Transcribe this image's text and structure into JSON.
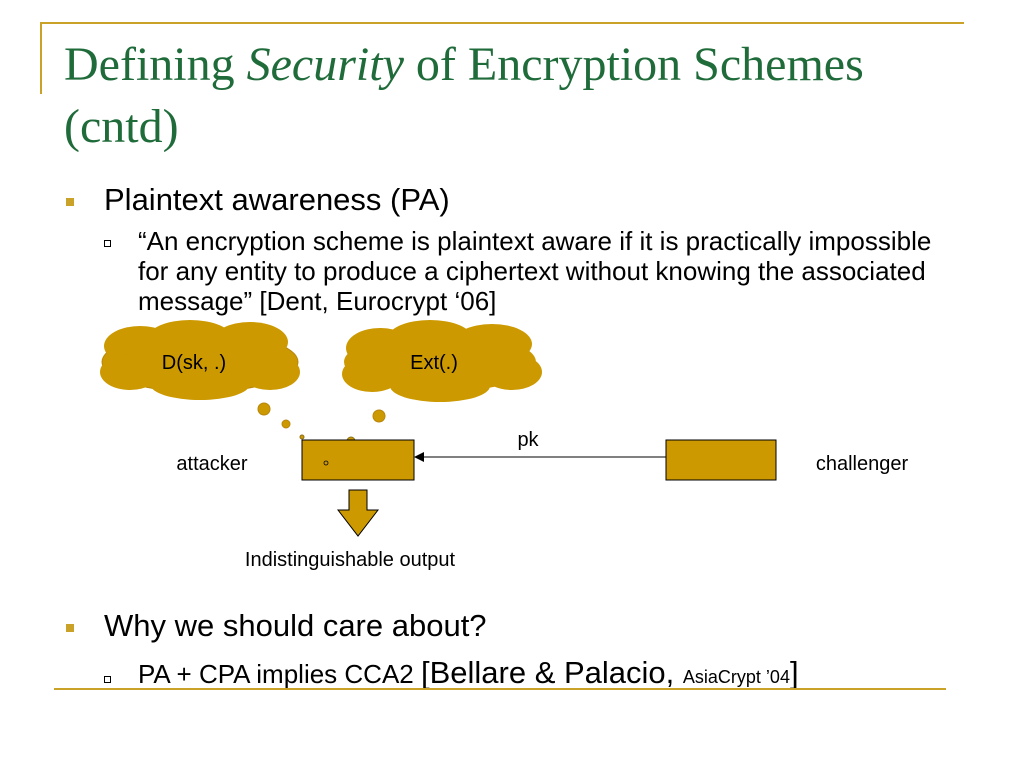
{
  "slide": {
    "title": {
      "part1": "Defining ",
      "emph": "Security",
      "part2": " of Encryption Schemes (cntd)"
    },
    "bullets": [
      {
        "text": "Plaintext awareness (PA)",
        "sub": "“An encryption scheme is plaintext aware if it is practically impossible for any entity to produce a ciphertext without knowing the associated message” [Dent, Eurocrypt ‘06]"
      },
      {
        "text": "Why we should care about?",
        "sub": {
          "main": "PA + CPA implies CCA2 ",
          "bracket_open": "[Bellare & Palacio, ",
          "venue": "AsiaCrypt ’04",
          "bracket_close": "]"
        }
      }
    ]
  },
  "diagram": {
    "cloud_left": "D(sk, .)",
    "cloud_right": "Ext(.)",
    "arrow_label": "pk",
    "attacker": "attacker",
    "challenger": "challenger",
    "output": "Indistinguishable output"
  },
  "colors": {
    "accent": "#c9a227",
    "title": "#1f6b3a",
    "box_fill": "#cc9900"
  }
}
